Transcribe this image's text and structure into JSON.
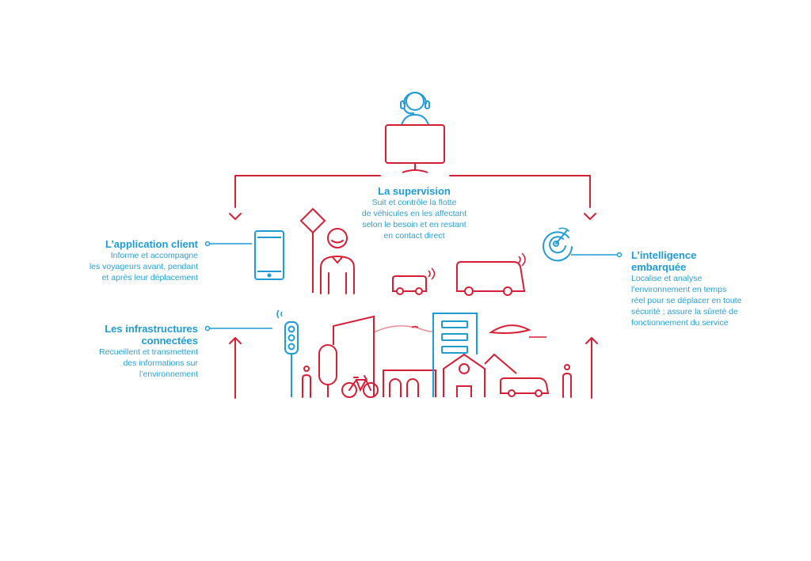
{
  "supervision": {
    "title": "La supervision",
    "lines": [
      "Suit et contrôle la flotte",
      "de véhicules en les affectant",
      "selon le besoin et en restant",
      "en contact direct"
    ]
  },
  "application_client": {
    "title": "L’application client",
    "lines": [
      "Informe et accompagne",
      "les voyageurs avant, pendant",
      "et après leur déplacement"
    ]
  },
  "infrastructures": {
    "title_lines": [
      "Les infrastructures",
      "connectées"
    ],
    "lines": [
      "Recueillent et transmettent",
      "des informations sur",
      "l’environnement"
    ]
  },
  "intelligence": {
    "title_lines": [
      "L’intelligence",
      "embarquée"
    ],
    "lines": [
      "Localise et analyse",
      "l’environnement en temps",
      "réel pour se déplacer en toute",
      "sécurité ; assure la sûreté de",
      "fonctionnement du service"
    ]
  },
  "colors": {
    "red": "#d61f36",
    "blue": "#1f9bd7"
  },
  "icons": [
    "operator-headset-icon",
    "monitor-icon",
    "smartphone-icon",
    "road-sign-icon",
    "person-icon",
    "autonomous-shuttle-icon",
    "bus-icon",
    "radar-icon",
    "traffic-light-icon",
    "bicycle-icon",
    "city-buildings-icon",
    "car-icon",
    "tree-icon"
  ]
}
